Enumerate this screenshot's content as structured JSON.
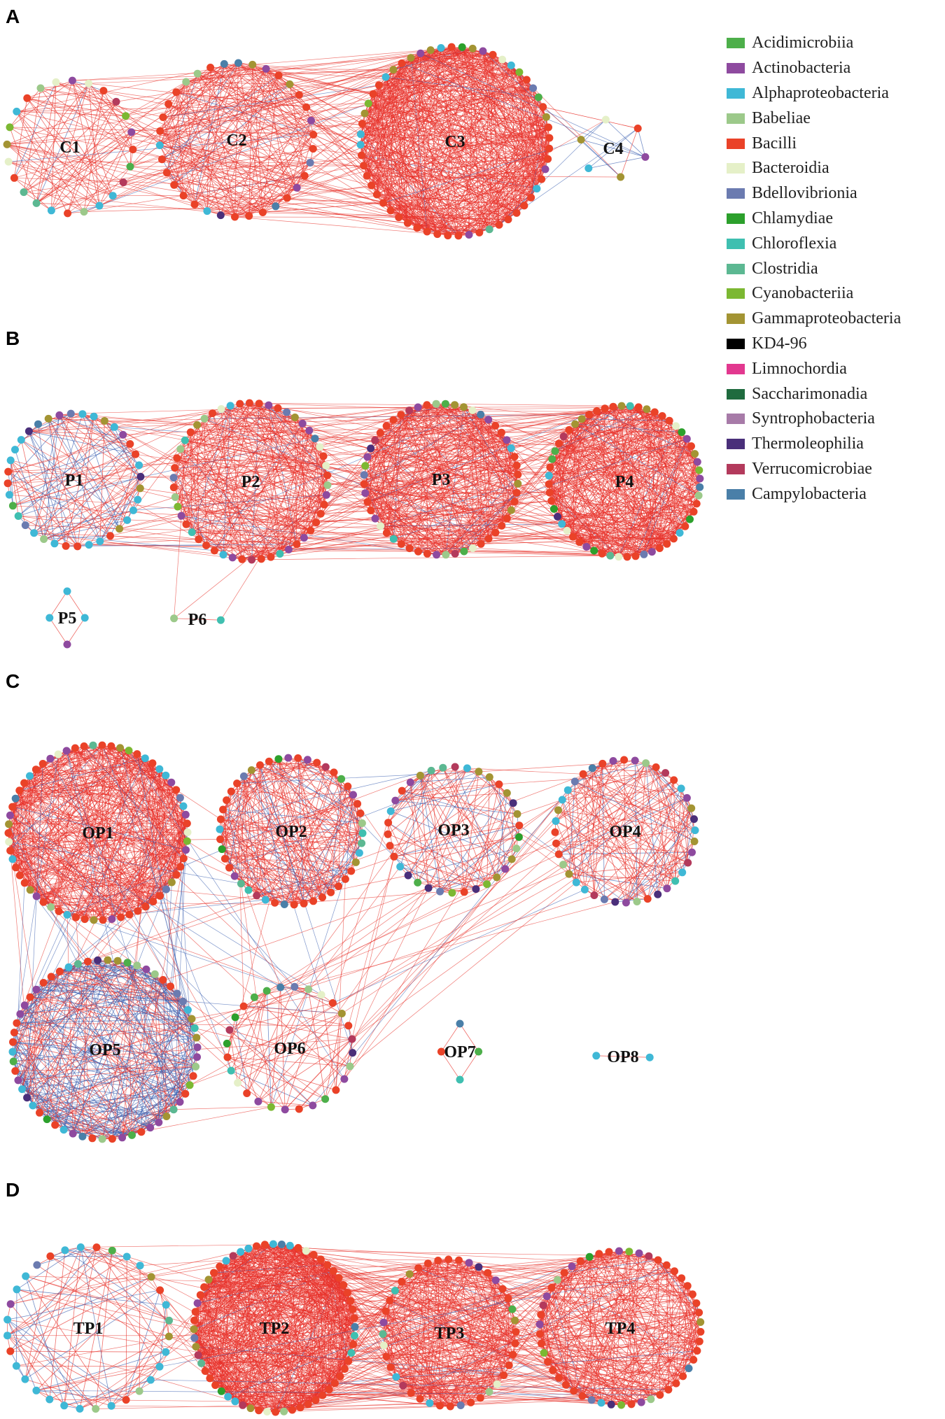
{
  "panels": [
    {
      "letter": "A",
      "modules": [
        "C1",
        "C2",
        "C3",
        "C4"
      ]
    },
    {
      "letter": "B",
      "modules": [
        "P1",
        "P2",
        "P3",
        "P4",
        "P5",
        "P6"
      ]
    },
    {
      "letter": "C",
      "modules": [
        "OP1",
        "OP2",
        "OP3",
        "OP4",
        "OP5",
        "OP6",
        "OP7",
        "OP8"
      ]
    },
    {
      "letter": "D",
      "modules": [
        "TP1",
        "TP2",
        "TP3",
        "TP4"
      ]
    }
  ],
  "edge_colors": {
    "positive": "#e8312a",
    "negative": "#3a5fb0"
  },
  "legend": [
    {
      "label": "Acidimicrobiia",
      "color": "#4daf4a"
    },
    {
      "label": "Actinobacteria",
      "color": "#8e4a9f"
    },
    {
      "label": "Alphaproteobacteria",
      "color": "#3fb8d6"
    },
    {
      "label": "Babeliae",
      "color": "#9cc98a"
    },
    {
      "label": "Bacilli",
      "color": "#ea4228"
    },
    {
      "label": "Bacteroidia",
      "color": "#e5f0c8"
    },
    {
      "label": "Bdellovibrionia",
      "color": "#6b7bb0"
    },
    {
      "label": "Chlamydiae",
      "color": "#2ca02c"
    },
    {
      "label": "Chloroflexia",
      "color": "#3fbfb0"
    },
    {
      "label": "Clostridia",
      "color": "#5cb892"
    },
    {
      "label": "Cyanobacteriia",
      "color": "#7cb832"
    },
    {
      "label": "Gammaproteobacteria",
      "color": "#a39433"
    },
    {
      "label": "KD4-96",
      "color": "#000000"
    },
    {
      "label": "Limnochordia",
      "color": "#e2388f"
    },
    {
      "label": "Saccharimonadia",
      "color": "#1f6b3e"
    },
    {
      "label": "Syntrophobacteria",
      "color": "#a77ba8"
    },
    {
      "label": "Thermoleophilia",
      "color": "#4a2f7a"
    },
    {
      "label": "Verrucomicrobiae",
      "color": "#b33a5c"
    },
    {
      "label": "Campylobacteria",
      "color": "#4a7fa8"
    }
  ]
}
